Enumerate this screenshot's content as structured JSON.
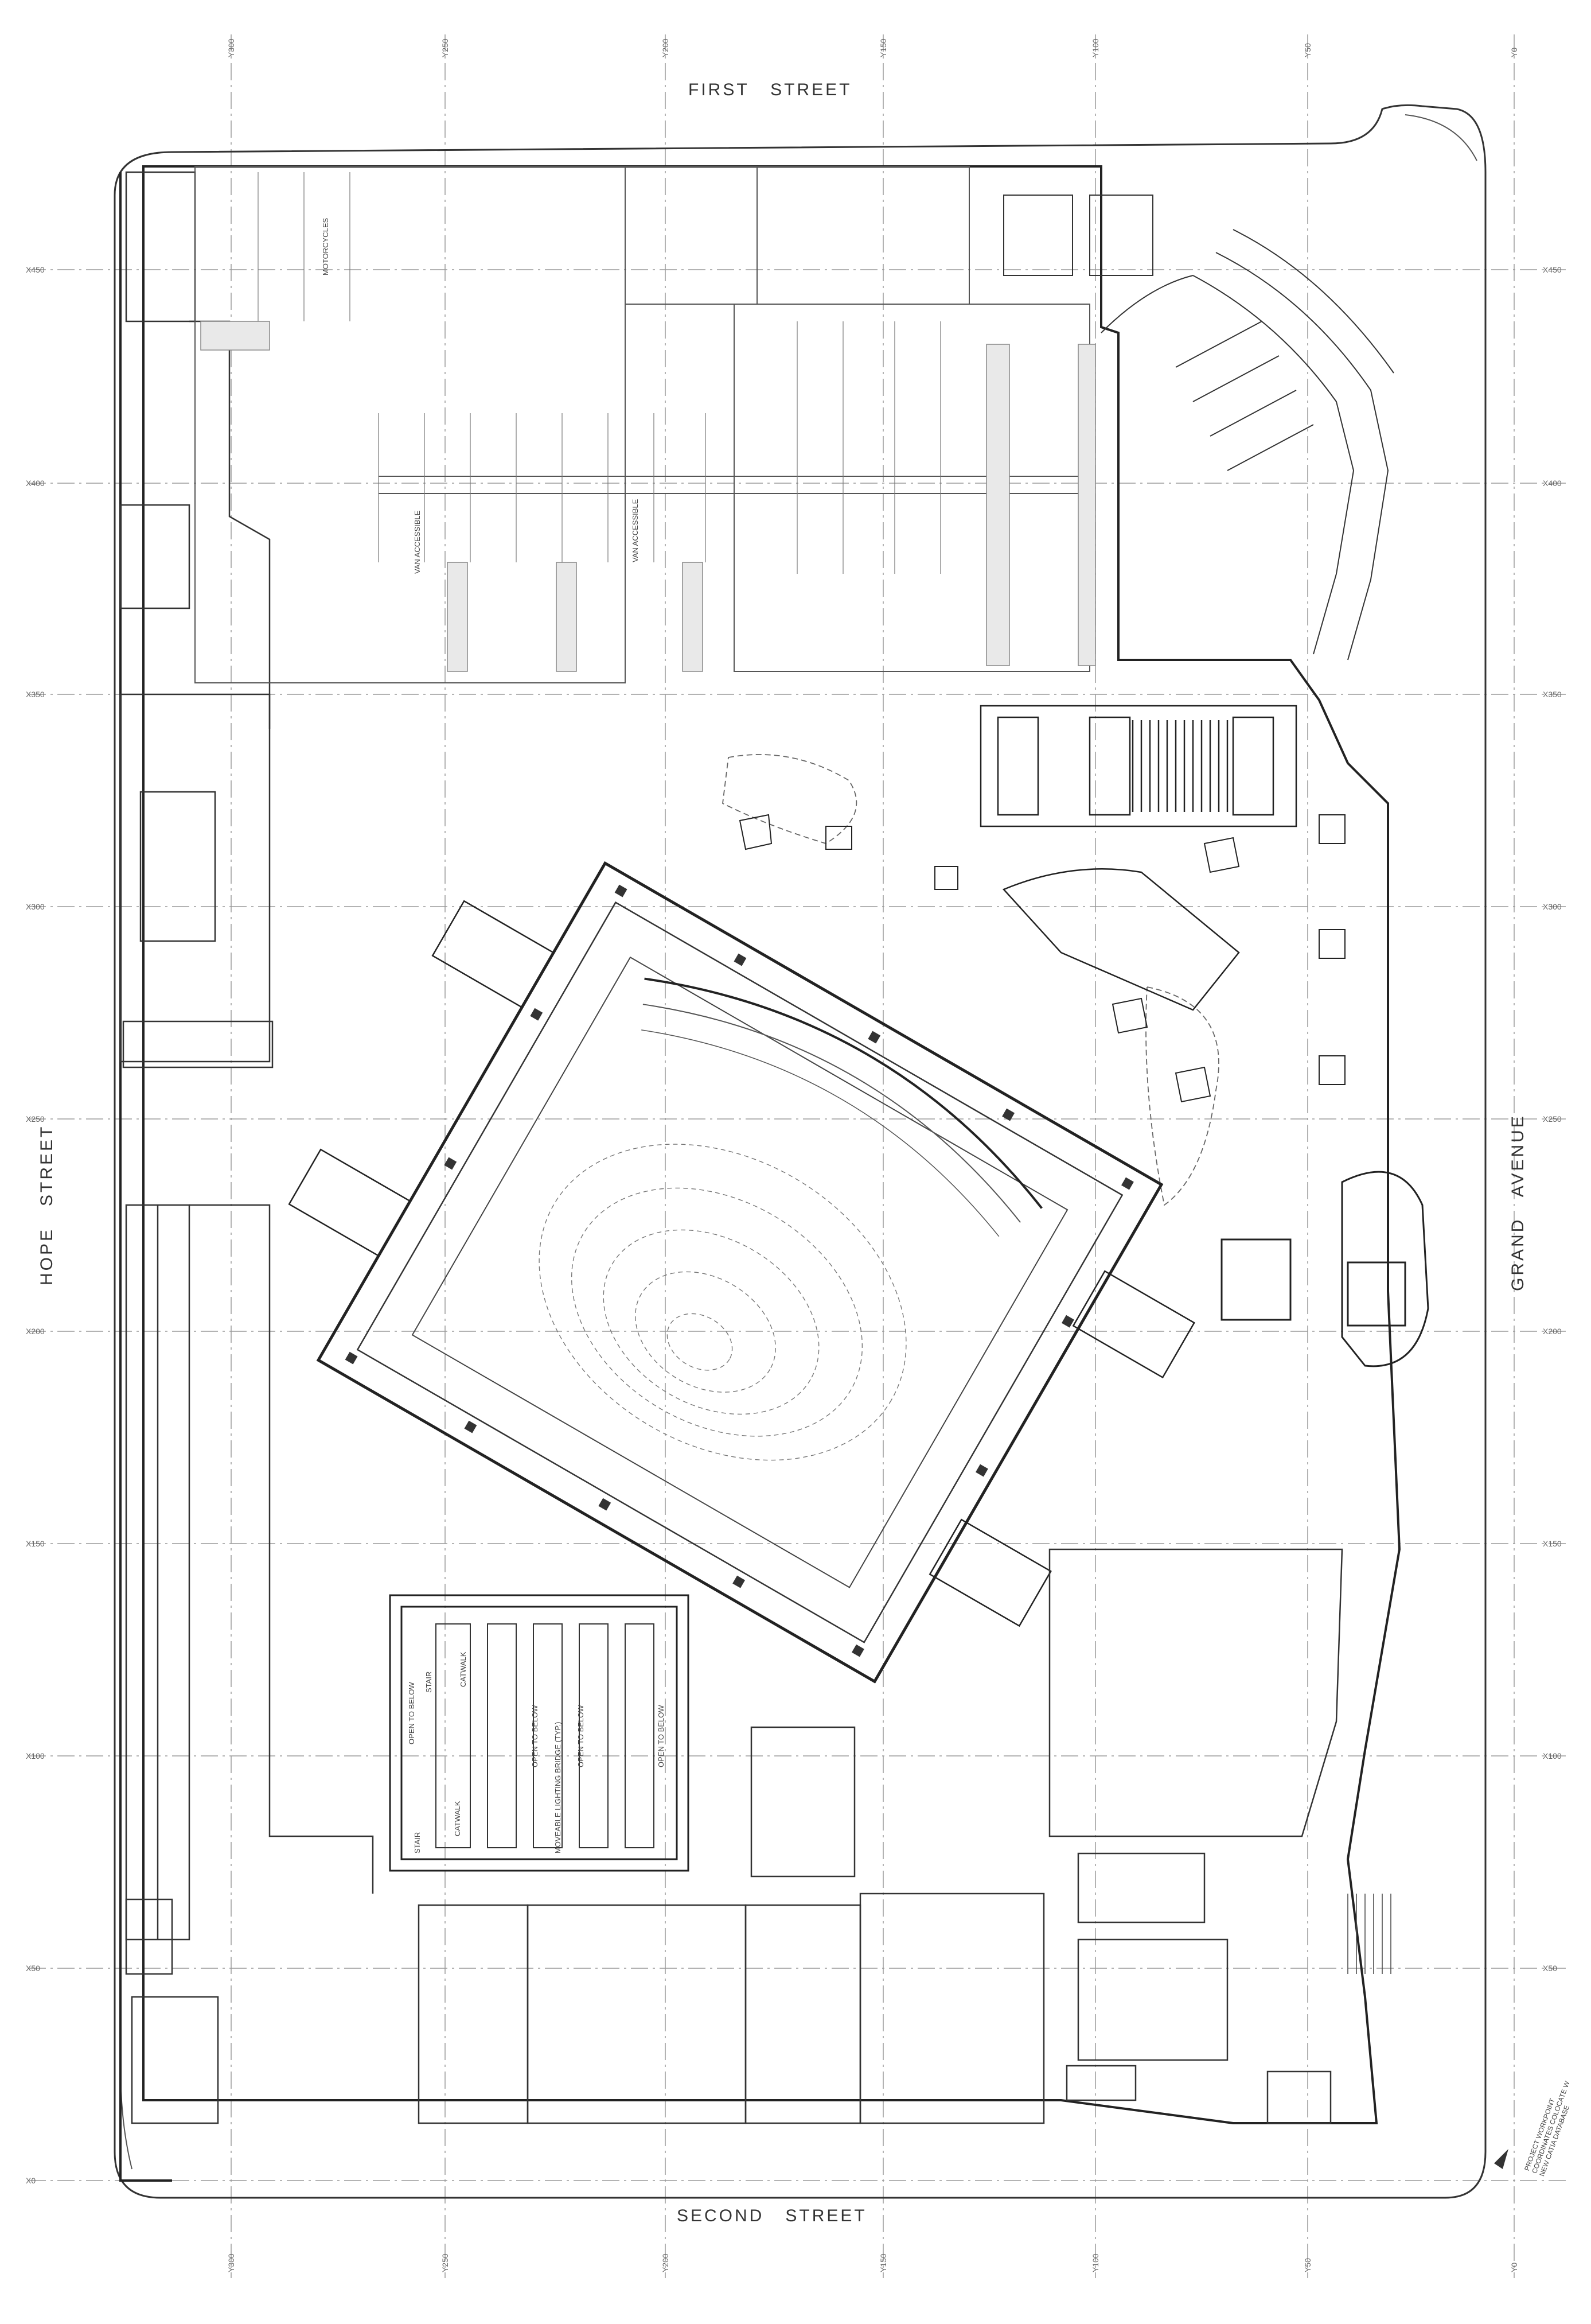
{
  "streets": {
    "north": "FIRST   STREET",
    "south": "SECOND   STREET",
    "west": "HOPE   STREET",
    "east": "GRAND   AVENUE"
  },
  "grid_top": [
    "Y300",
    "Y250",
    "Y200",
    "Y150",
    "Y100",
    "Y50",
    "Y0"
  ],
  "grid_bottom": [
    "Y300",
    "Y250",
    "Y200",
    "Y150",
    "Y100",
    "Y50",
    "Y0"
  ],
  "grid_left": [
    "X450",
    "X400",
    "X350",
    "X300",
    "X250",
    "X200",
    "X150",
    "X100",
    "X50",
    "X0"
  ],
  "grid_right": [
    "X450",
    "X400",
    "X350",
    "X300",
    "X250",
    "X200",
    "X150",
    "X100",
    "X50"
  ],
  "room_labels": {
    "motorcycles": "MOTORCYCLES",
    "van_accessible_1": "VAN ACCESSIBLE",
    "van_accessible_2": "VAN ACCESSIBLE",
    "stair_top": "STAIR",
    "stair_bottom": "STAIR",
    "catwalk_top": "CATWALK",
    "catwalk_bottom": "CATWALK",
    "open_below_1": "OPEN TO BELOW",
    "open_below_2": "OPEN TO BELOW",
    "open_below_3": "OPEN TO BELOW",
    "open_below_4": "OPEN TO BELOW",
    "lighting_bridge": "MOVEABLE LIGHTING BRIDGE (TYP.)"
  },
  "note": [
    "PROJECT WORKPOINT",
    "COORDINATES COLOCATE W",
    "NEW CATIA DATABASE"
  ]
}
